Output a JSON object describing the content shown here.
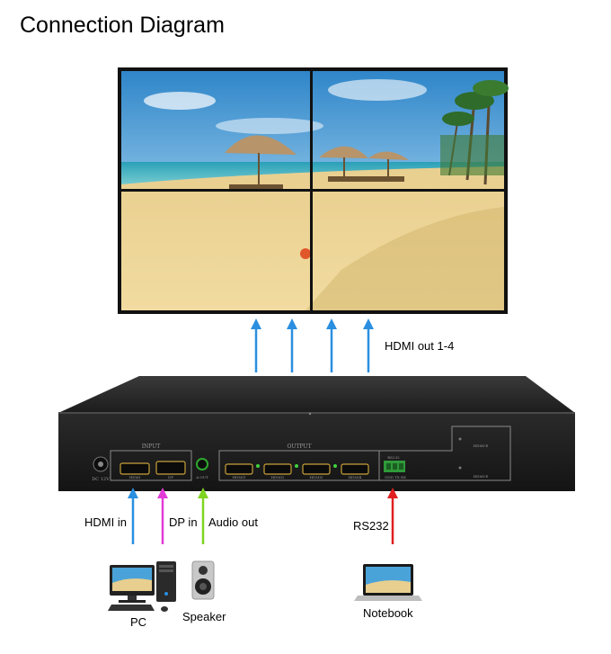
{
  "title": "Connection Diagram",
  "labels": {
    "hdmi_out": "HDMI out 1-4",
    "hdmi_in": "HDMI in",
    "dp_in": "DP in",
    "audio_out": "Audio out",
    "rs232": "RS232",
    "pc": "PC",
    "speaker": "Speaker",
    "notebook": "Notebook"
  },
  "device": {
    "input_label": "INPUT",
    "output_label": "OUTPUT",
    "rs232_label": "RS232",
    "rs232_pins": "GND  TX  RX",
    "dc_label": "DC 12V",
    "audio_label": "A-OUT",
    "in_hdmi_label": "HDMI",
    "in_dp_label": "DP",
    "out_labels": [
      "HDMI1",
      "HDMI2",
      "HDMI3",
      "HDMI4"
    ],
    "loop_label": "HDMI-E",
    "loop_label2": "HDMI-E"
  },
  "colors": {
    "hdmi_arrow": "#2a8fe0",
    "dp_arrow": "#e23bd8",
    "audio_arrow": "#7ed321",
    "rs232_arrow": "#e02020"
  }
}
